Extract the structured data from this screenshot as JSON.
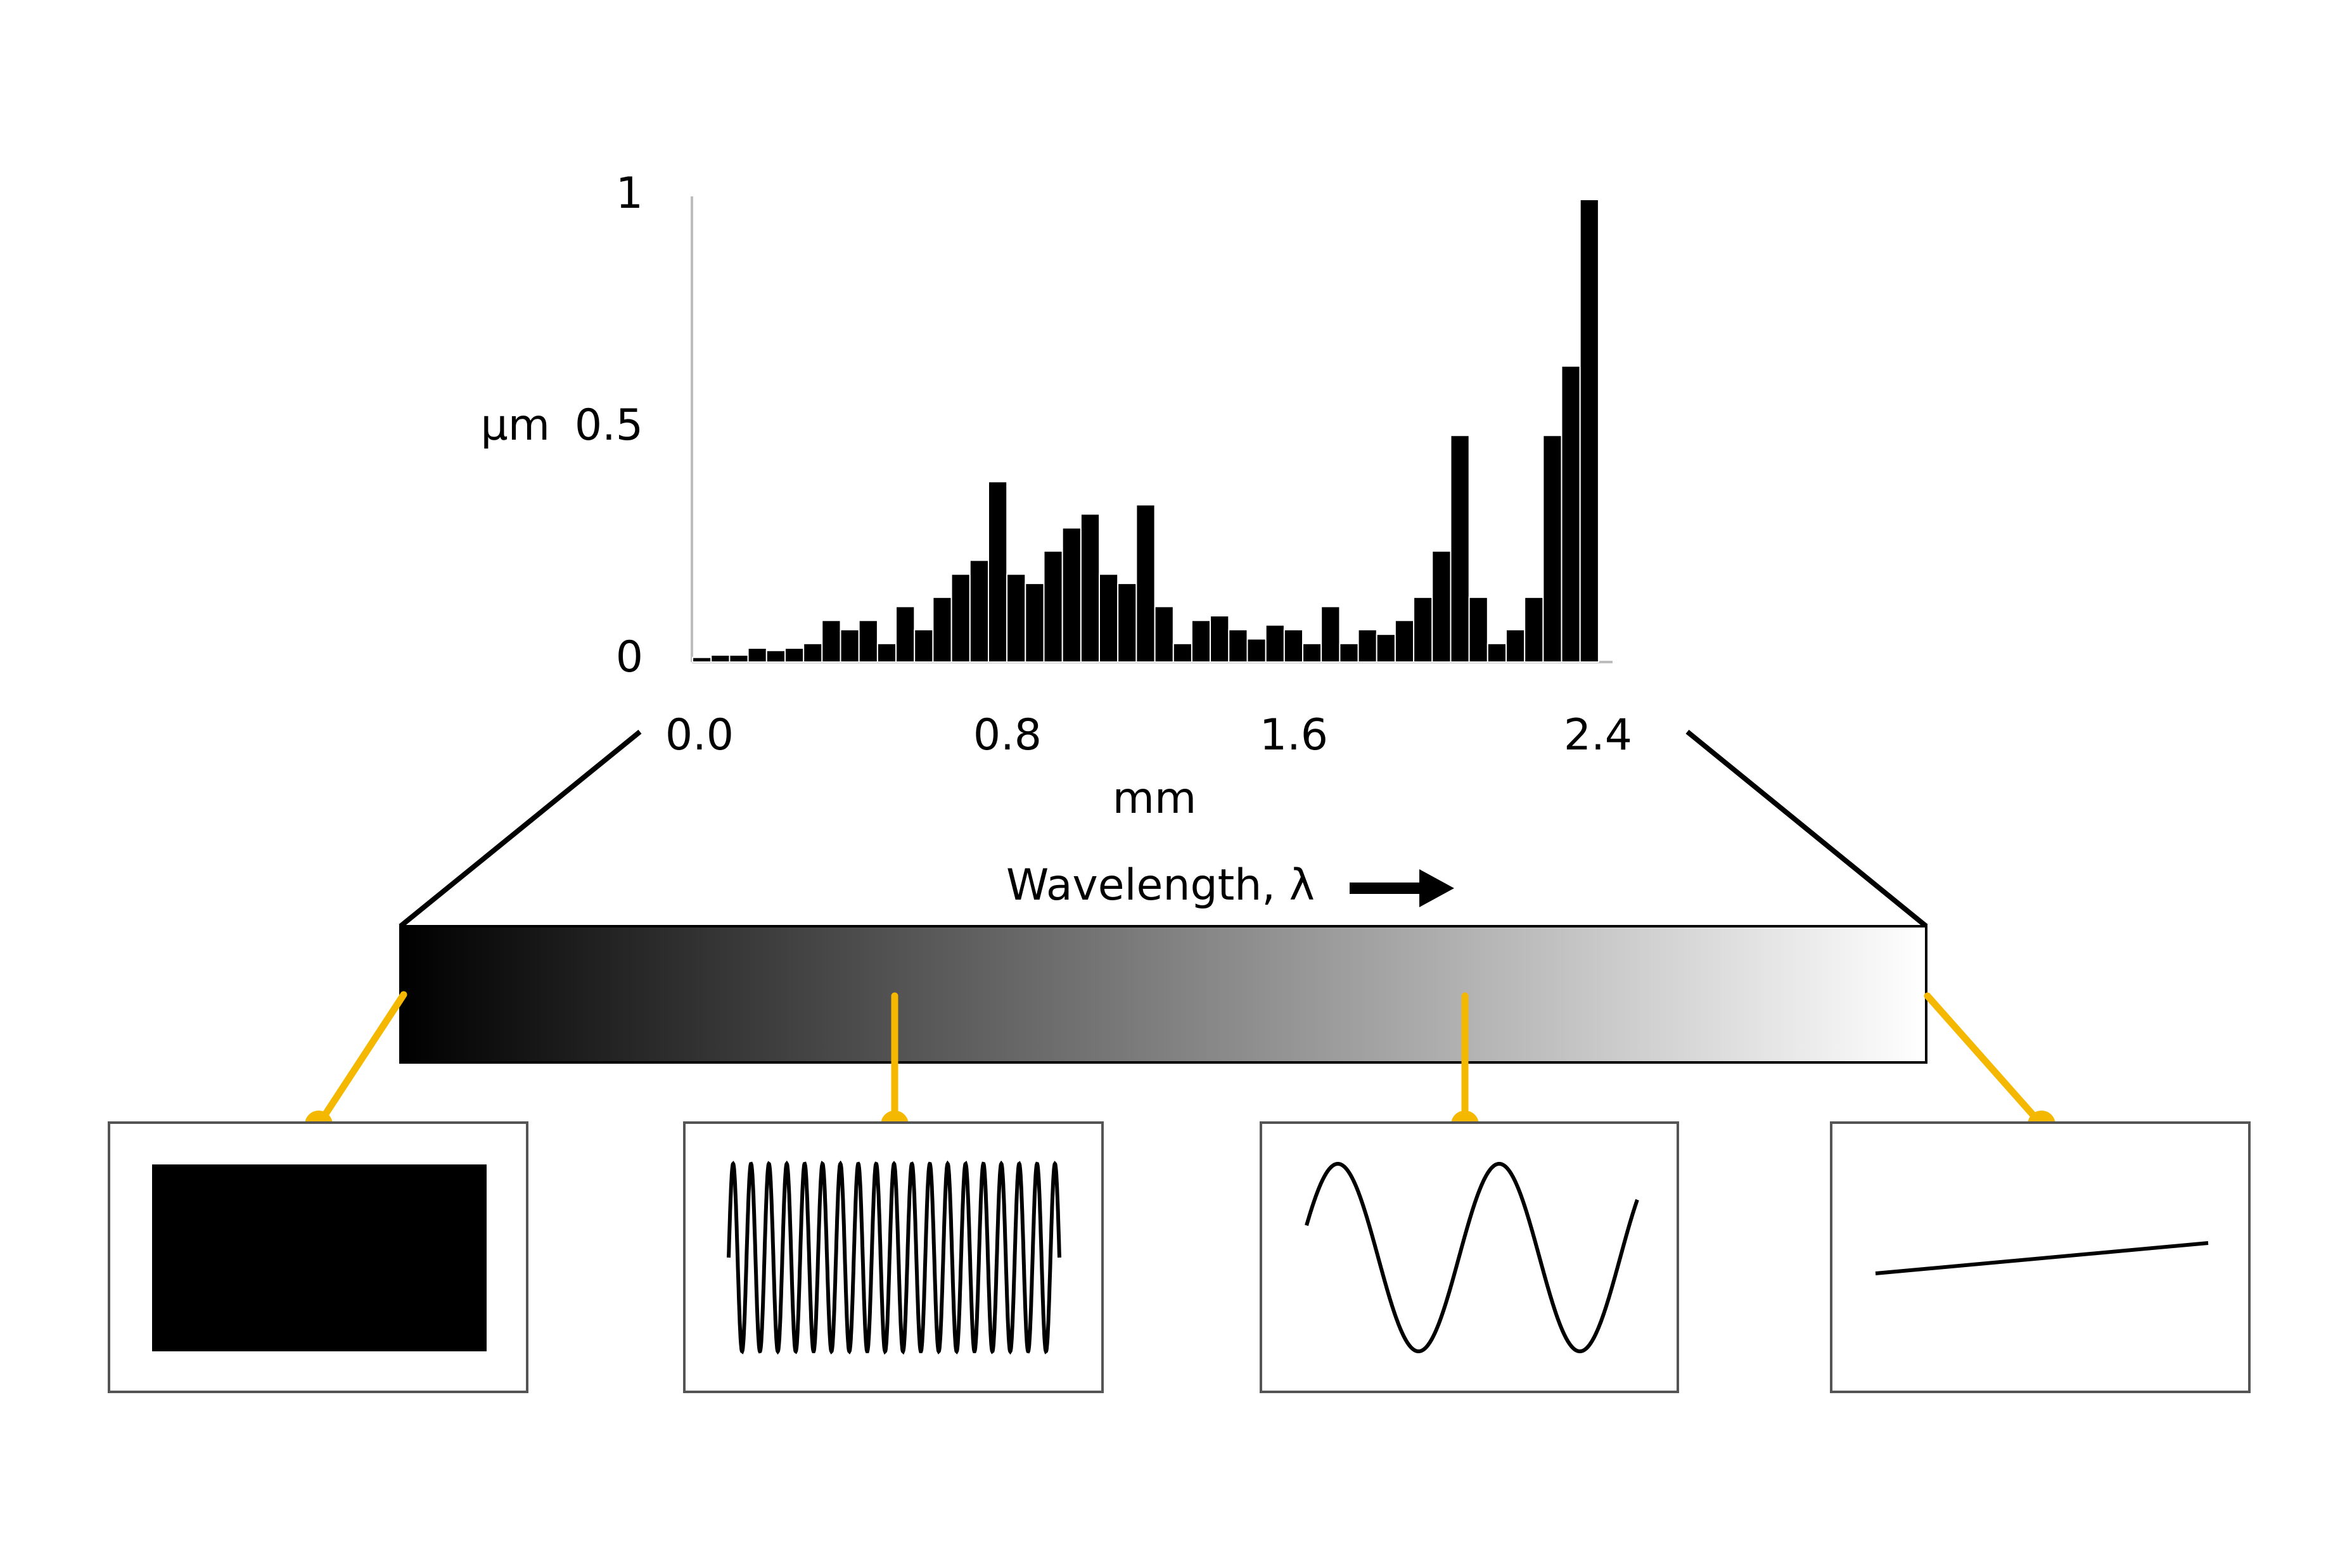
{
  "chart_data": {
    "type": "bar",
    "ylabel": "µm",
    "xlabel": "mm",
    "x_ticks": [
      "0.0",
      "0.8",
      "1.6",
      "2.4"
    ],
    "y_ticks": [
      "0",
      "0.5",
      "1"
    ],
    "xlim": [
      0.0,
      2.4
    ],
    "ylim": [
      0,
      1
    ],
    "grid": false,
    "bin_centers": [
      0.02,
      0.07,
      0.12,
      0.17,
      0.22,
      0.27,
      0.32,
      0.37,
      0.42,
      0.47,
      0.52,
      0.57,
      0.62,
      0.67,
      0.72,
      0.77,
      0.82,
      0.87,
      0.92,
      0.97,
      1.02,
      1.07,
      1.12,
      1.17,
      1.22,
      1.27,
      1.32,
      1.37,
      1.42,
      1.47,
      1.52,
      1.57,
      1.62,
      1.67,
      1.72,
      1.77,
      1.82,
      1.87,
      1.92,
      1.97,
      2.02,
      2.07,
      2.12,
      2.17,
      2.22,
      2.27,
      2.32,
      2.37,
      2.42,
      2.47
    ],
    "values": [
      0.01,
      0.015,
      0.015,
      0.03,
      0.025,
      0.03,
      0.04,
      0.09,
      0.07,
      0.09,
      0.04,
      0.12,
      0.07,
      0.14,
      0.19,
      0.22,
      0.39,
      0.19,
      0.17,
      0.24,
      0.29,
      0.32,
      0.19,
      0.17,
      0.34,
      0.12,
      0.04,
      0.09,
      0.1,
      0.07,
      0.05,
      0.08,
      0.07,
      0.04,
      0.12,
      0.04,
      0.07,
      0.06,
      0.09,
      0.14,
      0.24,
      0.49,
      0.14,
      0.04,
      0.07,
      0.14,
      0.49,
      0.64,
      1.0,
      0.0
    ]
  },
  "spectrum_bar": {
    "label": "Wavelength, λ",
    "arrow_icon": "right-arrow-icon",
    "gradient_start": "#000000",
    "gradient_end": "#ffffff"
  },
  "callouts": {
    "connector_color": "#f5b800",
    "panels": [
      {
        "name": "solid-block",
        "waveform": "filled-rectangle",
        "position_on_bar": 0.0
      },
      {
        "name": "high-frequency-wave",
        "waveform": "dense-sine",
        "position_on_bar": 0.32
      },
      {
        "name": "low-frequency-wave",
        "waveform": "two-period-sine",
        "position_on_bar": 0.7
      },
      {
        "name": "sloped-line",
        "waveform": "near-flat-line",
        "position_on_bar": 1.0
      }
    ]
  }
}
